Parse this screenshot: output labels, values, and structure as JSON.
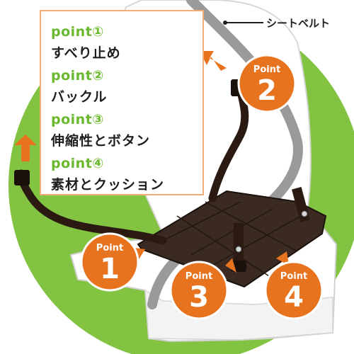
{
  "points": [
    {
      "label": "point①",
      "text": "すべり止め"
    },
    {
      "label": "point②",
      "text": "バックル"
    },
    {
      "label": "point③",
      "text": "伸縮性とボタン"
    },
    {
      "label": "point④",
      "text": "素材とクッション"
    }
  ],
  "seatbelt_label": "シートベルト",
  "badges": [
    {
      "word": "Point",
      "number": "1"
    },
    {
      "word": "Point",
      "number": "2"
    },
    {
      "word": "Point",
      "number": "3"
    },
    {
      "word": "Point",
      "number": "4"
    }
  ],
  "colors": {
    "green": "#82c341",
    "green_text": "#6ab82e",
    "orange": "#e8731f",
    "belt": "#2a1a12",
    "seat_belt_gray": "#9a9a9a"
  }
}
